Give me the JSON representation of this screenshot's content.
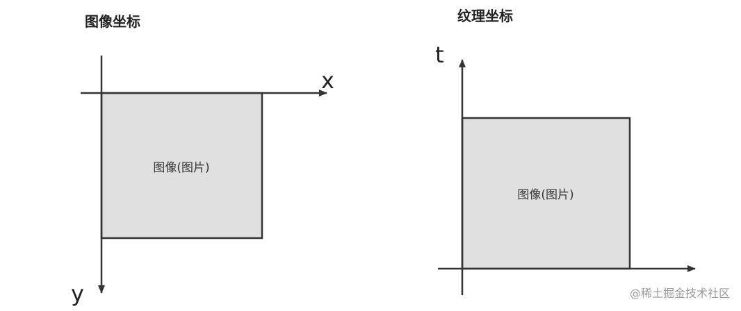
{
  "left_panel": {
    "title": "图像坐标",
    "box_label": "图像(图片)",
    "x_axis_label": "x",
    "y_axis_label": "y"
  },
  "right_panel": {
    "title": "纹理坐标",
    "box_label": "图像(图片)",
    "t_axis_label": "t"
  },
  "watermark": "@稀土掘金技术社区",
  "colors": {
    "line": "#333333",
    "box_fill": "#e0e0e0",
    "watermark": "#9a9a9a"
  }
}
